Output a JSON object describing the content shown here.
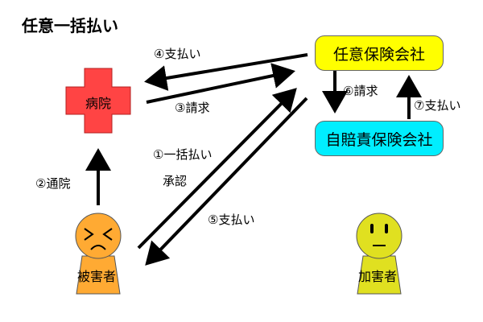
{
  "title": "任意一括払い",
  "nodes": {
    "hospital": "病院",
    "insurer": "任意保険会社",
    "jibaiseki": "自賠責保険会社",
    "victim": "被害者",
    "perpetrator": "加害者"
  },
  "edges": {
    "e4": "④支払い",
    "e3": "③請求",
    "e6": "⑥請求",
    "e7": "⑦支払い",
    "e1": "①一括払い",
    "e1b": "承認",
    "e5": "⑤支払い",
    "e2": "②通院"
  },
  "colors": {
    "insurer": "#ffff00",
    "jibaiseki": "#00eeff",
    "hospital": "#ff4444",
    "victim": "#ffaa33",
    "perpetrator": "#e0e020"
  }
}
